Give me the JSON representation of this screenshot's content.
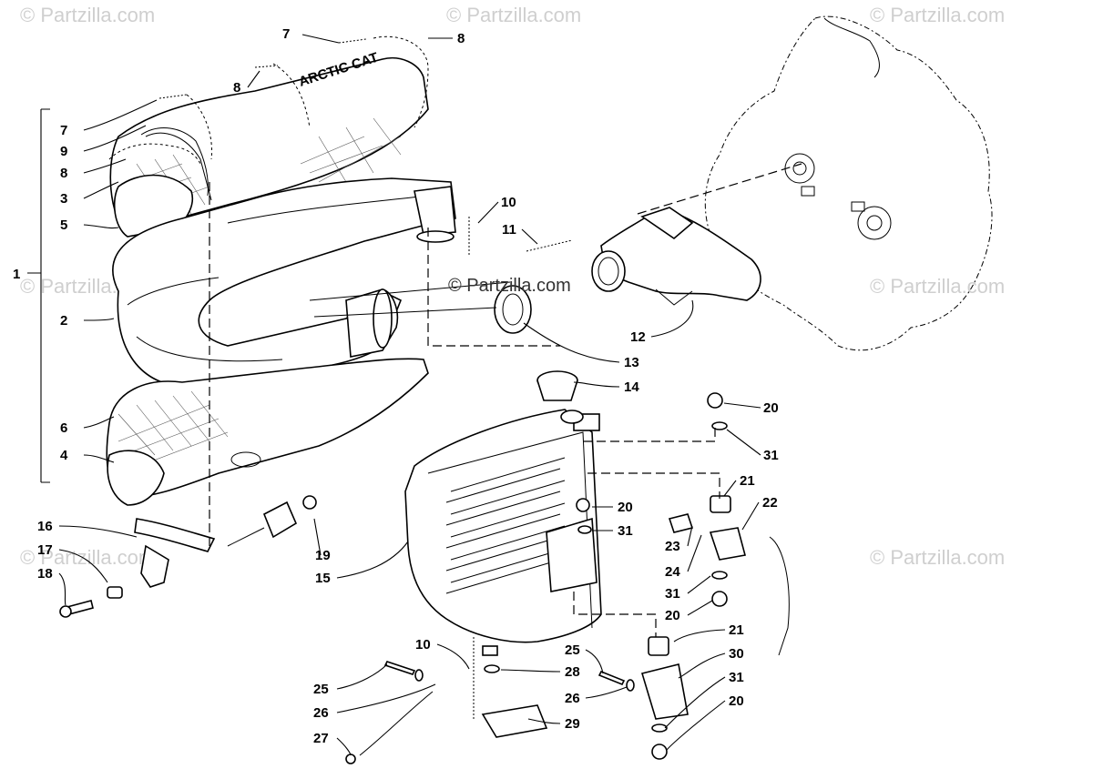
{
  "watermarks": {
    "top_left": "© Partzilla.com",
    "top_center": "© Partzilla.com",
    "top_right": "© Partzilla.com",
    "mid_left": "© Partzilla.com",
    "mid_center": "© Partzilla.com",
    "mid_right": "© Partzilla.com",
    "low_left": "© Partzilla.com",
    "low_right": "© Partzilla.com"
  },
  "callouts": {
    "c1": "1",
    "c2": "2",
    "c3": "3",
    "c4": "4",
    "c5": "5",
    "c6": "6",
    "c7a": "7",
    "c7b": "7",
    "c8a": "8",
    "c8b": "8",
    "c8c": "8",
    "c9": "9",
    "c10a": "10",
    "c10b": "10",
    "c11": "11",
    "c12": "12",
    "c13": "13",
    "c14": "14",
    "c15": "15",
    "c16": "16",
    "c17": "17",
    "c18": "18",
    "c19": "19",
    "c20a": "20",
    "c20b": "20",
    "c20c": "20",
    "c20d": "20",
    "c21a": "21",
    "c21b": "21",
    "c22": "22",
    "c23": "23",
    "c24": "24",
    "c25a": "25",
    "c25b": "25",
    "c26a": "26",
    "c26b": "26",
    "c27": "27",
    "c28": "28",
    "c29": "29",
    "c30": "30",
    "c31a": "31",
    "c31b": "31",
    "c31c": "31",
    "c31d": "31"
  },
  "part_text": {
    "heat_shield_brand": "ARCTIC CAT"
  }
}
